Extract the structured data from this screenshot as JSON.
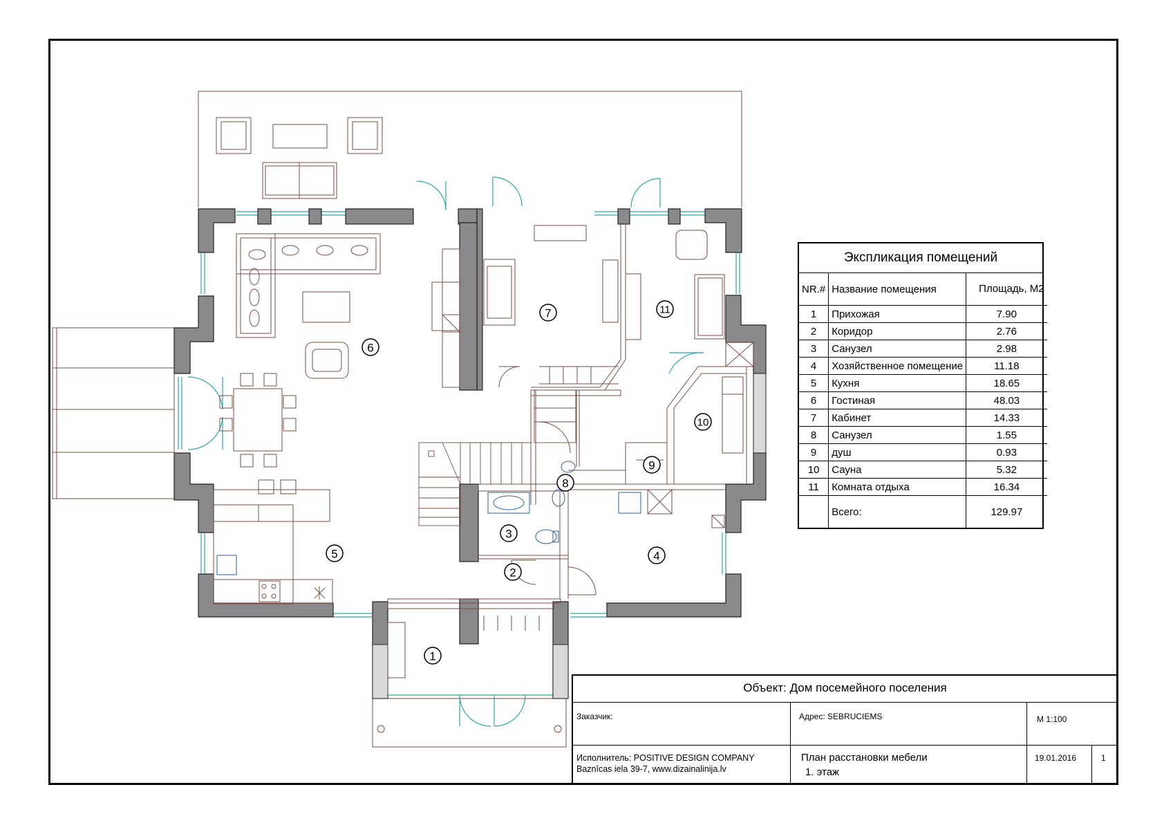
{
  "rooms_on_plan": [
    "1",
    "2",
    "3",
    "4",
    "5",
    "6",
    "7",
    "8",
    "9",
    "10",
    "11"
  ],
  "explication": {
    "title": "Экспликация помещений",
    "headers": {
      "nr": "NR.#",
      "name": "Название помещения",
      "area": "Площадь, M2"
    },
    "rows": [
      {
        "nr": "1",
        "name": "Прихожая",
        "area": "7.90"
      },
      {
        "nr": "2",
        "name": "Коридор",
        "area": "2.76"
      },
      {
        "nr": "3",
        "name": "Санузел",
        "area": "2.98"
      },
      {
        "nr": "4",
        "name": "Хозяйственное помещение",
        "area": "11.18"
      },
      {
        "nr": "5",
        "name": "Кухня",
        "area": "18.65"
      },
      {
        "nr": "6",
        "name": "Гостиная",
        "area": "48.03"
      },
      {
        "nr": "7",
        "name": "Кабинет",
        "area": "14.33"
      },
      {
        "nr": "8",
        "name": "Санузел",
        "area": "1.55"
      },
      {
        "nr": "9",
        "name": "душ",
        "area": "0.93"
      },
      {
        "nr": "10",
        "name": "Сауна",
        "area": "5.32"
      },
      {
        "nr": "11",
        "name": "Комната отдыха",
        "area": "16.34"
      }
    ],
    "total_label": "Всего:",
    "total_value": "129.97"
  },
  "stamp": {
    "object_label": "Объект:",
    "object_value": "Дом посемейного поселения",
    "customer_label": "Заказчик:",
    "address": "Адрес: SEBRUCIEMS",
    "scale": "M  1:100",
    "executor_line1": "Исполнитель: POSITIVE DESIGN COMPANY",
    "executor_line2": "Baznīcas iela 39-7,  www.dizainalinija.lv",
    "drawing_line1": "План расстановки мебели",
    "drawing_line2": "1. этаж",
    "date": "19.01.2016",
    "sheet": "1"
  },
  "colors": {
    "wall": "#8a8a8c",
    "furniture": "#7b4b44",
    "glass": "#2aa7a7",
    "fixture": "#2d5f9a"
  }
}
